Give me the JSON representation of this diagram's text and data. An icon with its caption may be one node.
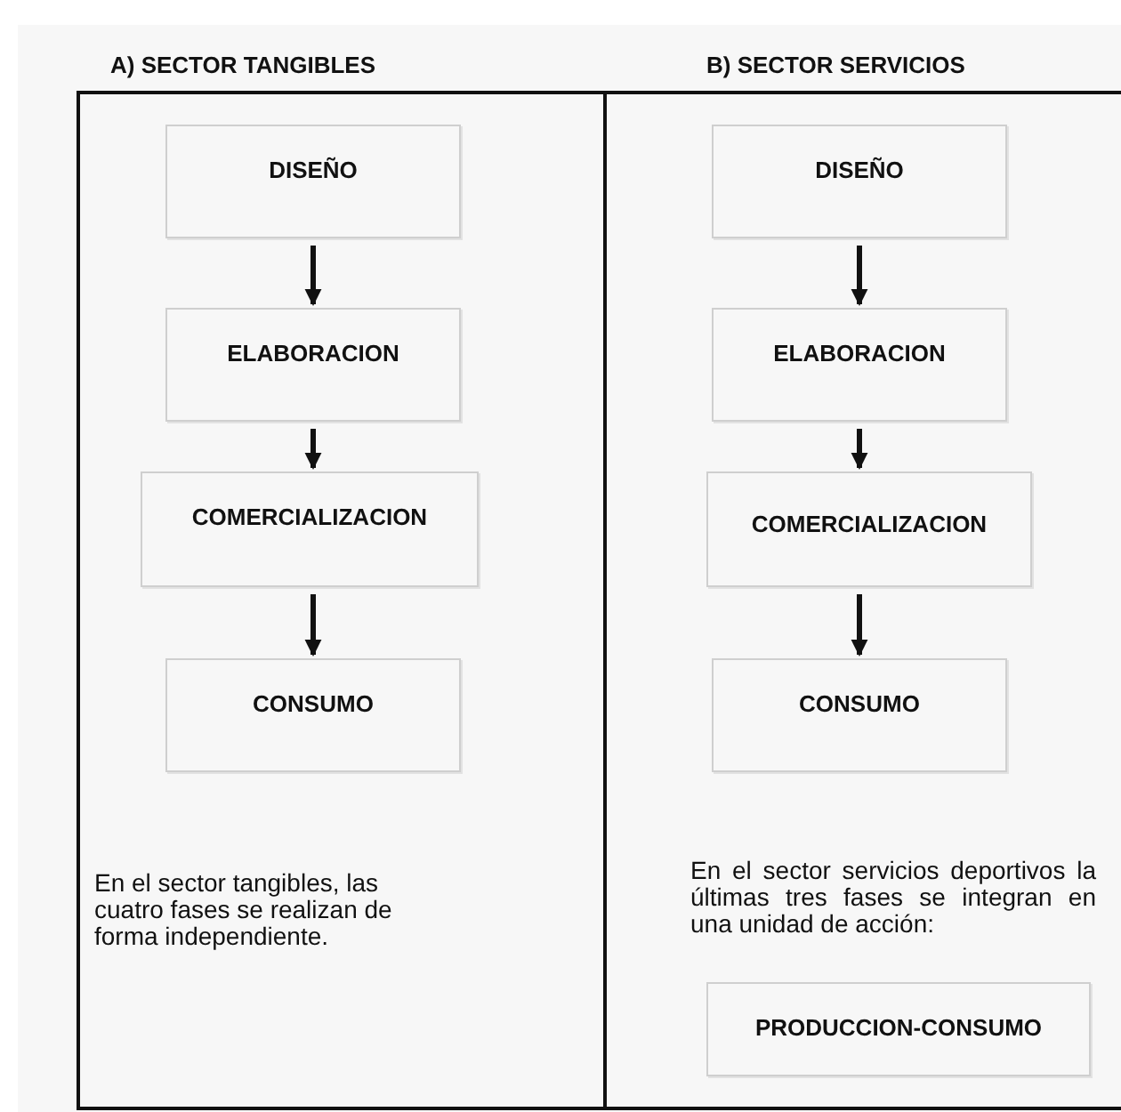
{
  "diagram": {
    "nodes": [
      {
        "text": [
          "A) SECTOR TANGIBLES",
          "En el sector tangibles, las cuatro fases se realizan de forma independiente."
        ]
      },
      {
        "text": [
          "DISEÑO"
        ],
        "in": 0
      },
      {
        "text": [
          "ELABORACION"
        ],
        "in": 0
      },
      {
        "text": [
          "COMERCIALIZACION"
        ],
        "in": 0
      },
      {
        "text": [
          "CONSUMO"
        ],
        "in": 0
      },
      {
        "text": [
          "B) SECTOR SERVICIOS",
          "En el sector servicios deportivos la últimas tres fases se integran en una unidad de acción:"
        ]
      },
      {
        "text": [
          "DISEÑO"
        ],
        "in": 5
      },
      {
        "text": [
          "ELABORACION"
        ],
        "in": 5
      },
      {
        "text": [
          "COMERCIALIZACION"
        ],
        "in": 5
      },
      {
        "text": [
          "CONSUMO"
        ],
        "in": 5
      },
      {
        "text": [
          "PRODUCCION-CONSUMO"
        ],
        "in": 5
      }
    ],
    "edges": [
      {
        "from": 1,
        "to": 2,
        "arrow": "to"
      },
      {
        "from": 2,
        "to": 3,
        "arrow": "to"
      },
      {
        "from": 3,
        "to": 4,
        "arrow": "to"
      },
      {
        "from": 6,
        "to": 7,
        "arrow": "to"
      },
      {
        "from": 7,
        "to": 8,
        "arrow": "to"
      },
      {
        "from": 8,
        "to": 9,
        "arrow": "to"
      }
    ]
  }
}
